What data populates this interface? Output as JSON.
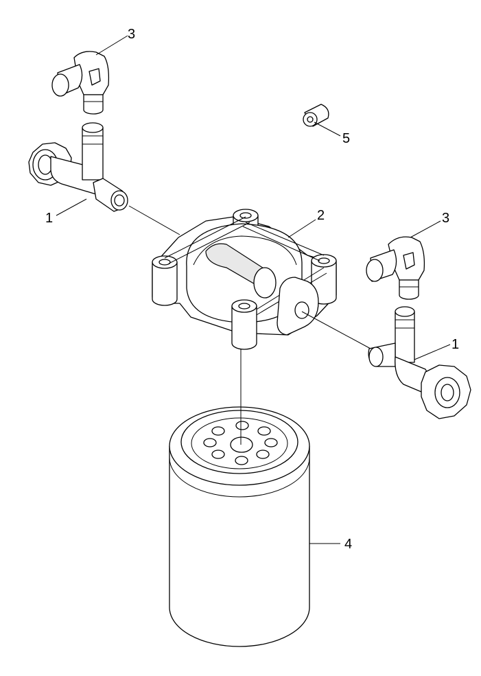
{
  "callouts": [
    {
      "id": "valve-left",
      "label": "1"
    },
    {
      "id": "valve-right",
      "label": "1"
    },
    {
      "id": "filter-head",
      "label": "2"
    },
    {
      "id": "elbow-left",
      "label": "3"
    },
    {
      "id": "elbow-right",
      "label": "3"
    },
    {
      "id": "filter-cartridge",
      "label": "4"
    },
    {
      "id": "plug",
      "label": "5"
    }
  ]
}
